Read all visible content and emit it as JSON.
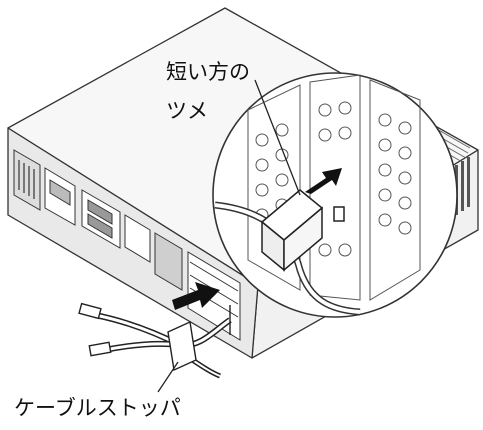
{
  "labels": {
    "short_claw_line1": "短い方の",
    "short_claw_line2": "ツメ",
    "cable_stopper": "ケーブルストッパ"
  },
  "colors": {
    "line": "#333333",
    "case_fill": "#f7f7f7",
    "side_fill": "#f0f0f0",
    "back_fill": "#e6e6e6",
    "arrow": "#111111"
  }
}
